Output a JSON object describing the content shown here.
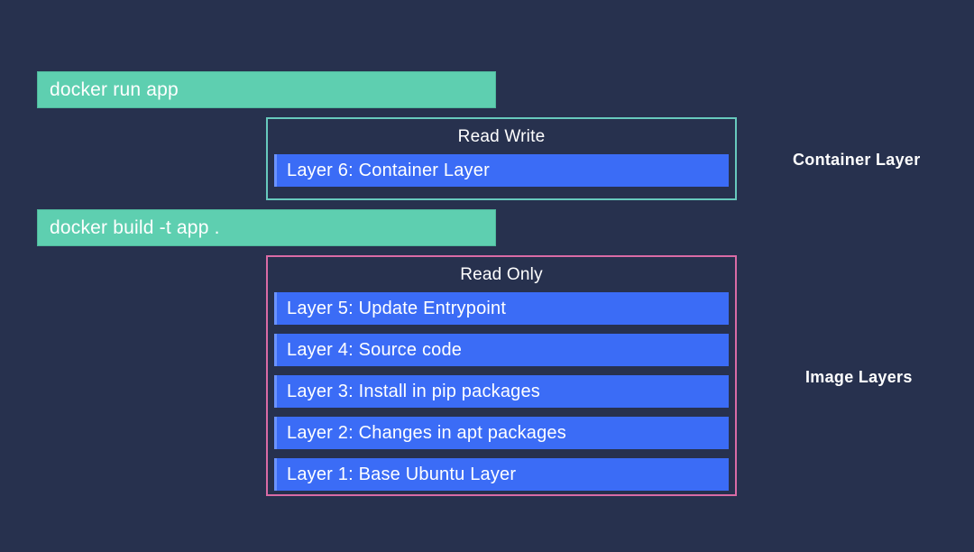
{
  "theme": {
    "background": "#27314e",
    "command_bar_fill": "#5ecfb0",
    "layer_bar_fill": "#3b6cf6",
    "read_write_border": "#67c9bd",
    "read_only_border": "#d96ba5",
    "text": "#ffffff"
  },
  "commands": {
    "run": "docker run app",
    "build": "docker build -t app ."
  },
  "groups": {
    "read_write": {
      "title": "Read Write",
      "side_label": "Container Layer",
      "layers": [
        {
          "label": "Layer 6: Container Layer"
        }
      ]
    },
    "read_only": {
      "title": "Read Only",
      "side_label": "Image Layers",
      "layers": [
        {
          "label": "Layer 5: Update Entrypoint"
        },
        {
          "label": "Layer 4: Source code"
        },
        {
          "label": "Layer 3: Install in pip packages"
        },
        {
          "label": "Layer 2: Changes in apt packages"
        },
        {
          "label": "Layer 1: Base Ubuntu Layer"
        }
      ]
    }
  }
}
